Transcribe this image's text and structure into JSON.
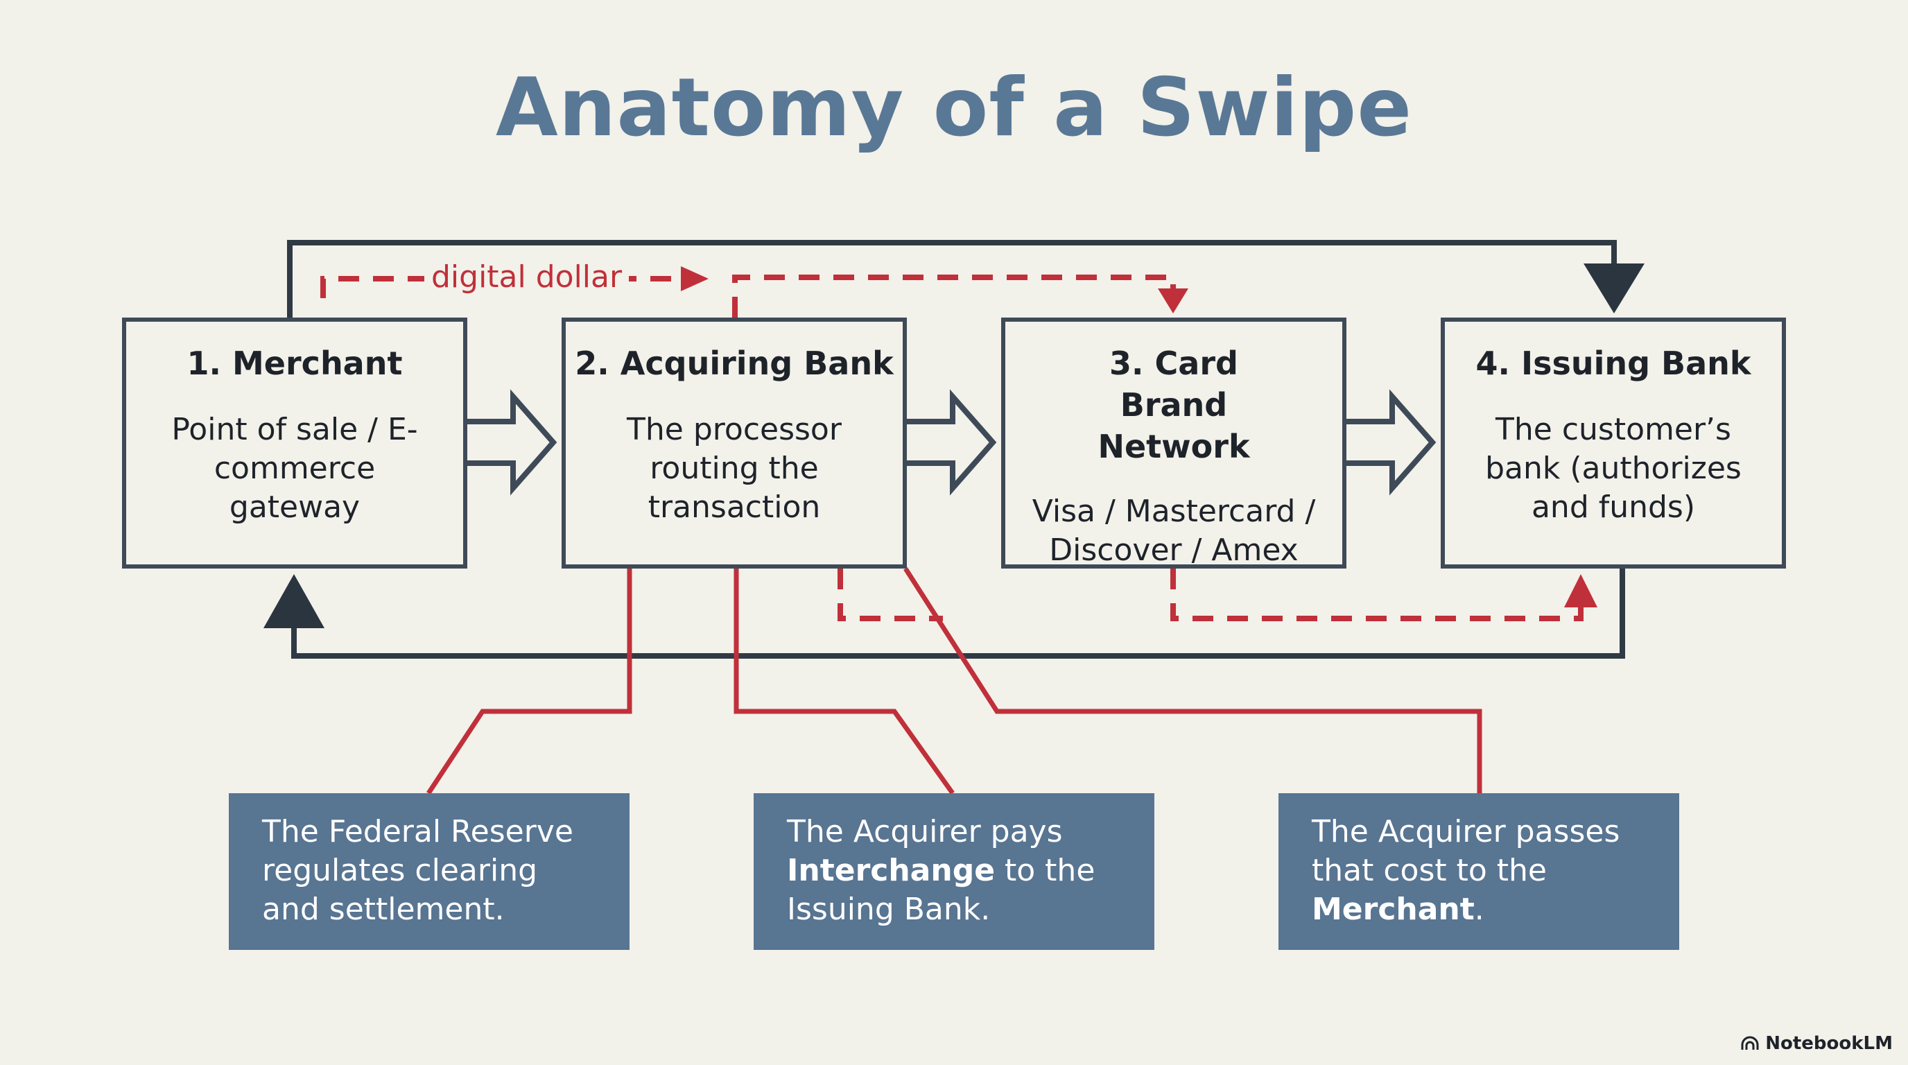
{
  "title": "Anatomy of a Swipe",
  "nodes": [
    {
      "title": "1. Merchant",
      "desc": "Point of sale / E-commerce gateway"
    },
    {
      "title": "2. Acquiring Bank",
      "desc": "The processor routing the transaction"
    },
    {
      "title": "3. Card Brand Network",
      "desc": "Visa / Mastercard / Discover / Amex"
    },
    {
      "title": "4. Issuing Bank",
      "desc": "The customer’s bank (authorizes and funds)"
    }
  ],
  "flow_label": "digital dollar",
  "notes": [
    {
      "parts": [
        {
          "text": "The Federal Reserve regulates clearing and settlement.",
          "bold": false
        }
      ]
    },
    {
      "parts": [
        {
          "text": "The Acquirer pays ",
          "bold": false
        },
        {
          "text": "Interchange",
          "bold": true
        },
        {
          "text": " to the Issuing Bank.",
          "bold": false
        }
      ]
    },
    {
      "parts": [
        {
          "text": "The Acquirer passes that cost to the ",
          "bold": false
        },
        {
          "text": "Merchant",
          "bold": true
        },
        {
          "text": ".",
          "bold": false
        }
      ]
    }
  ],
  "brand": "NotebookLM",
  "colors": {
    "dark": "#3f4a58",
    "red": "#c0303a",
    "title": "#597895",
    "note_bg": "#587592",
    "background": "#f2f1ea"
  }
}
